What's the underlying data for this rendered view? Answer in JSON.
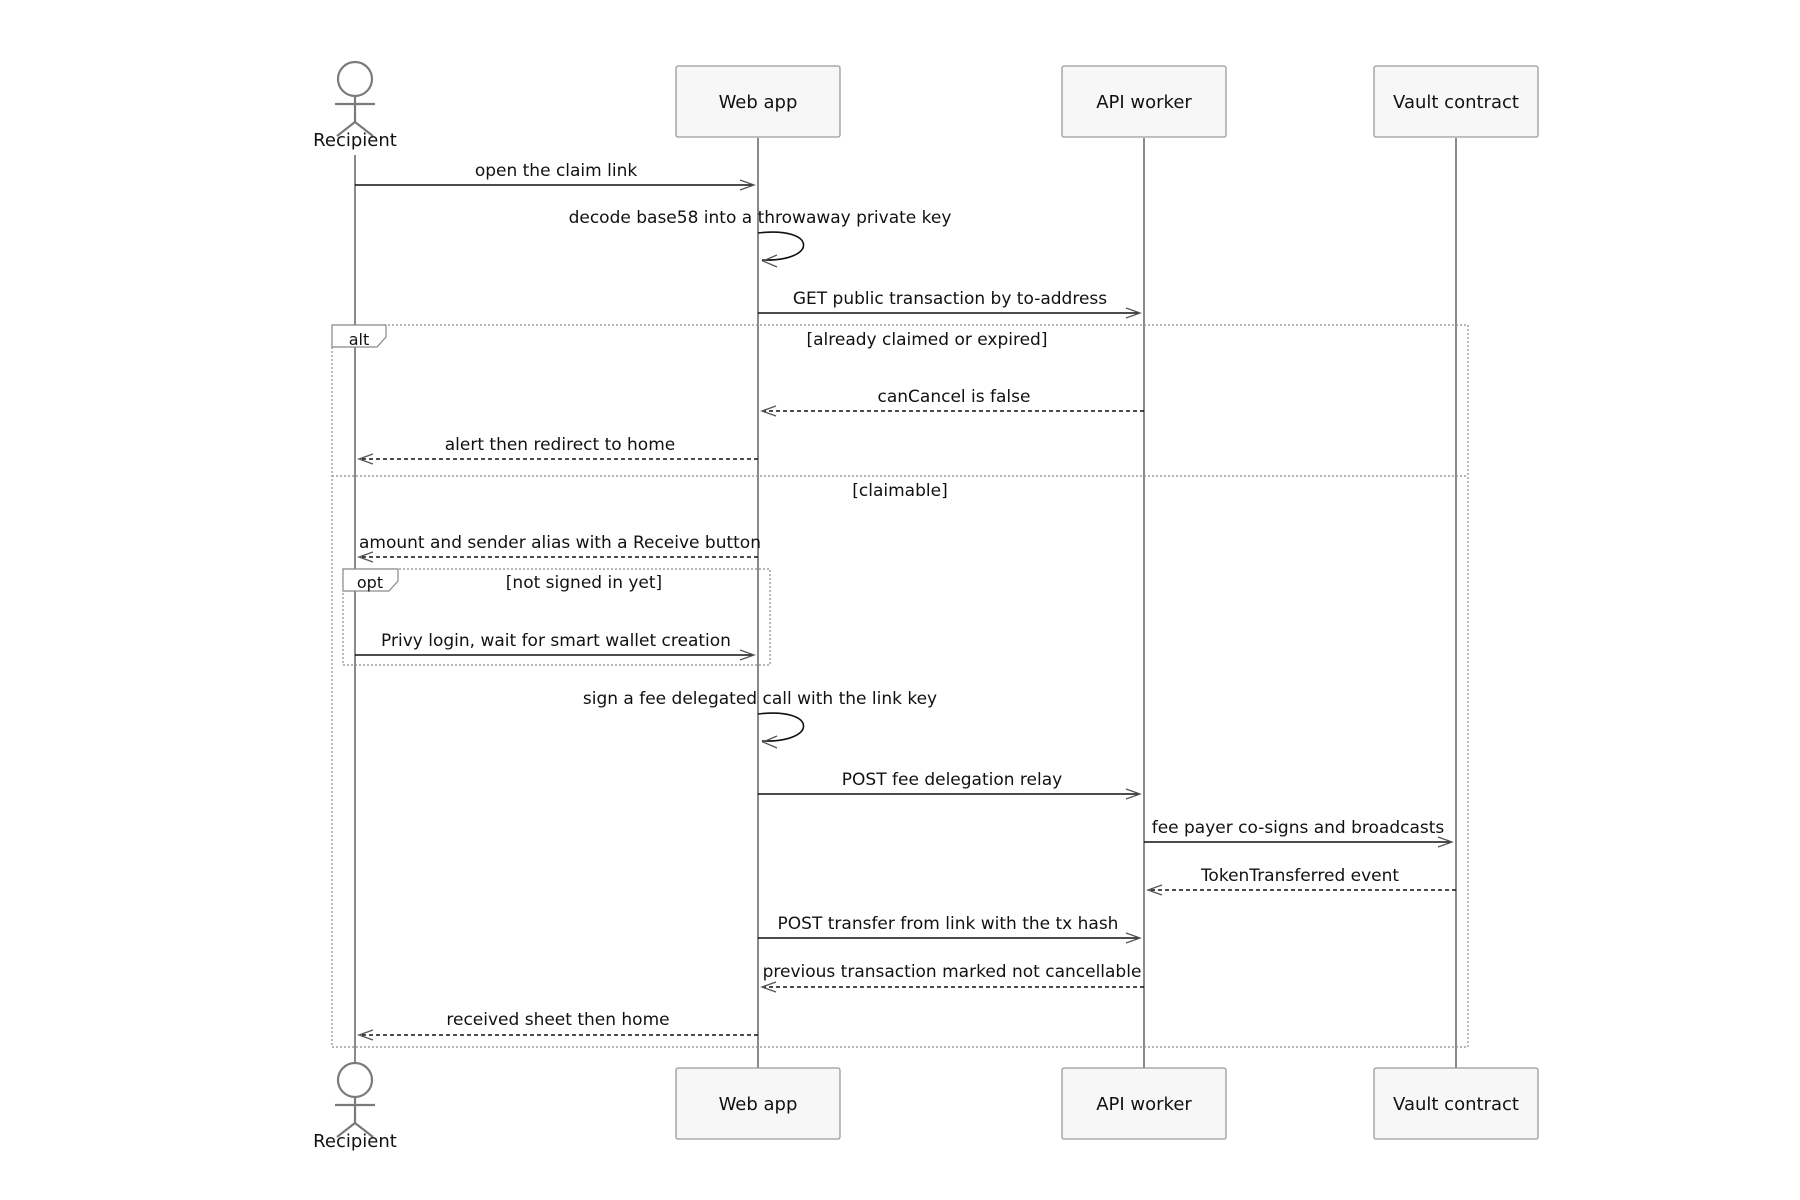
{
  "participants": [
    {
      "id": "recipient",
      "label": "Recipient",
      "kind": "actor"
    },
    {
      "id": "webapp",
      "label": "Web app",
      "kind": "box"
    },
    {
      "id": "api",
      "label": "API worker",
      "kind": "box"
    },
    {
      "id": "vault",
      "label": "Vault contract",
      "kind": "box"
    }
  ],
  "messages": [
    {
      "from": "recipient",
      "to": "webapp",
      "text": "open the claim link",
      "style": "solid"
    },
    {
      "from": "webapp",
      "to": "webapp",
      "text": "decode base58 into a throwaway private key",
      "style": "self"
    },
    {
      "from": "webapp",
      "to": "api",
      "text": "GET public transaction by to-address",
      "style": "solid"
    },
    {
      "from": "api",
      "to": "webapp",
      "text": "canCancel is false",
      "style": "dashed"
    },
    {
      "from": "webapp",
      "to": "recipient",
      "text": "alert then redirect to home",
      "style": "dashed"
    },
    {
      "from": "webapp",
      "to": "recipient",
      "text": "amount and sender alias with a Receive button",
      "style": "dashed"
    },
    {
      "from": "recipient",
      "to": "webapp",
      "text": "Privy login, wait for smart wallet creation",
      "style": "solid"
    },
    {
      "from": "webapp",
      "to": "webapp",
      "text": "sign a fee delegated call with the link key",
      "style": "self"
    },
    {
      "from": "webapp",
      "to": "api",
      "text": "POST fee delegation relay",
      "style": "solid"
    },
    {
      "from": "api",
      "to": "vault",
      "text": "fee payer co-signs and broadcasts",
      "style": "solid"
    },
    {
      "from": "vault",
      "to": "api",
      "text": "TokenTransferred event",
      "style": "dashed"
    },
    {
      "from": "webapp",
      "to": "api",
      "text": "POST transfer from link with the tx hash",
      "style": "solid"
    },
    {
      "from": "api",
      "to": "webapp",
      "text": "previous transaction marked not cancellable",
      "style": "dashed"
    },
    {
      "from": "webapp",
      "to": "recipient",
      "text": "received sheet then home",
      "style": "dashed"
    }
  ],
  "fragments": {
    "alt": {
      "label": "alt",
      "guards": [
        "[already claimed or expired]",
        "[claimable]"
      ]
    },
    "opt": {
      "label": "opt",
      "guard": "[not signed in yet]"
    }
  }
}
